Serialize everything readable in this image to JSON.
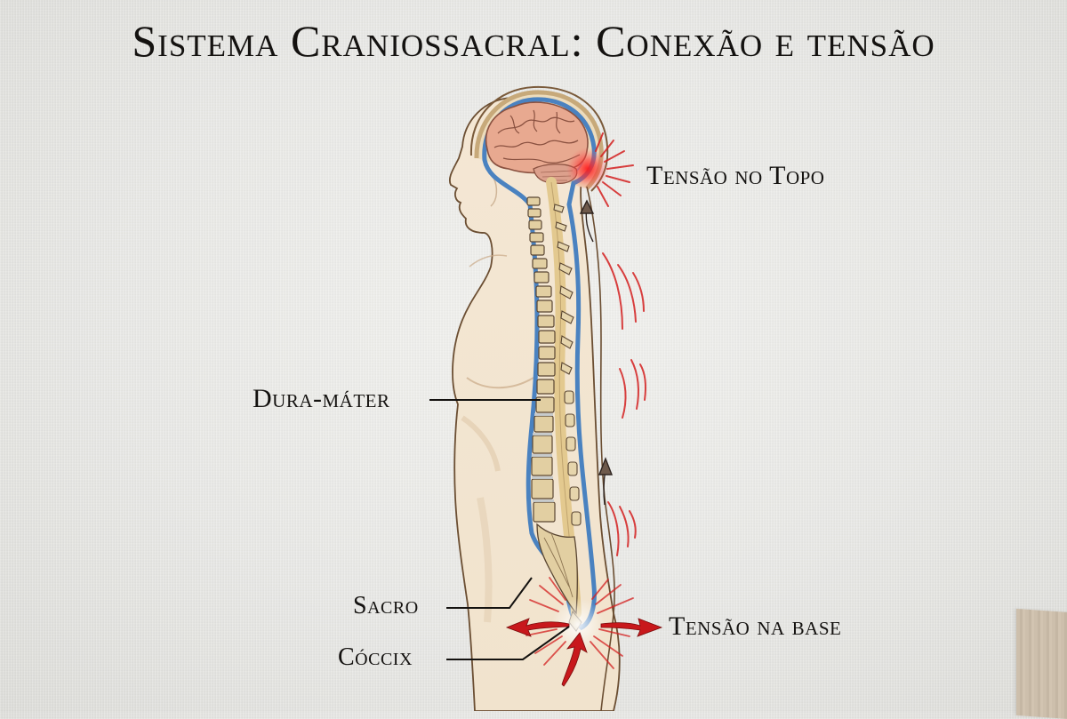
{
  "title": "Sistema Craniossacral: Conexão e tensão",
  "labels": {
    "tension_top": "Tensão no Topo",
    "dura_mater": "Dura-máter",
    "sacrum": "Sacro",
    "coccyx": "Cóccix",
    "tension_base": "Tensão na base"
  },
  "figure": {
    "subject": "side-profile human torso with brain, spinal column and dura mater",
    "icons": [
      "brain-icon",
      "spine-icon",
      "tension-burst-icon",
      "arrow-up-icon",
      "arrow-left-icon",
      "arrow-right-icon"
    ]
  },
  "colors": {
    "background": "#e9e9e6",
    "text": "#141210",
    "skin": "#f3e6d3",
    "skin_outline": "#6b4e32",
    "bone": "#e2cfa2",
    "dura_blue": "#4a82c0",
    "brain": "#e8a990",
    "tension_red": "#d42020"
  }
}
